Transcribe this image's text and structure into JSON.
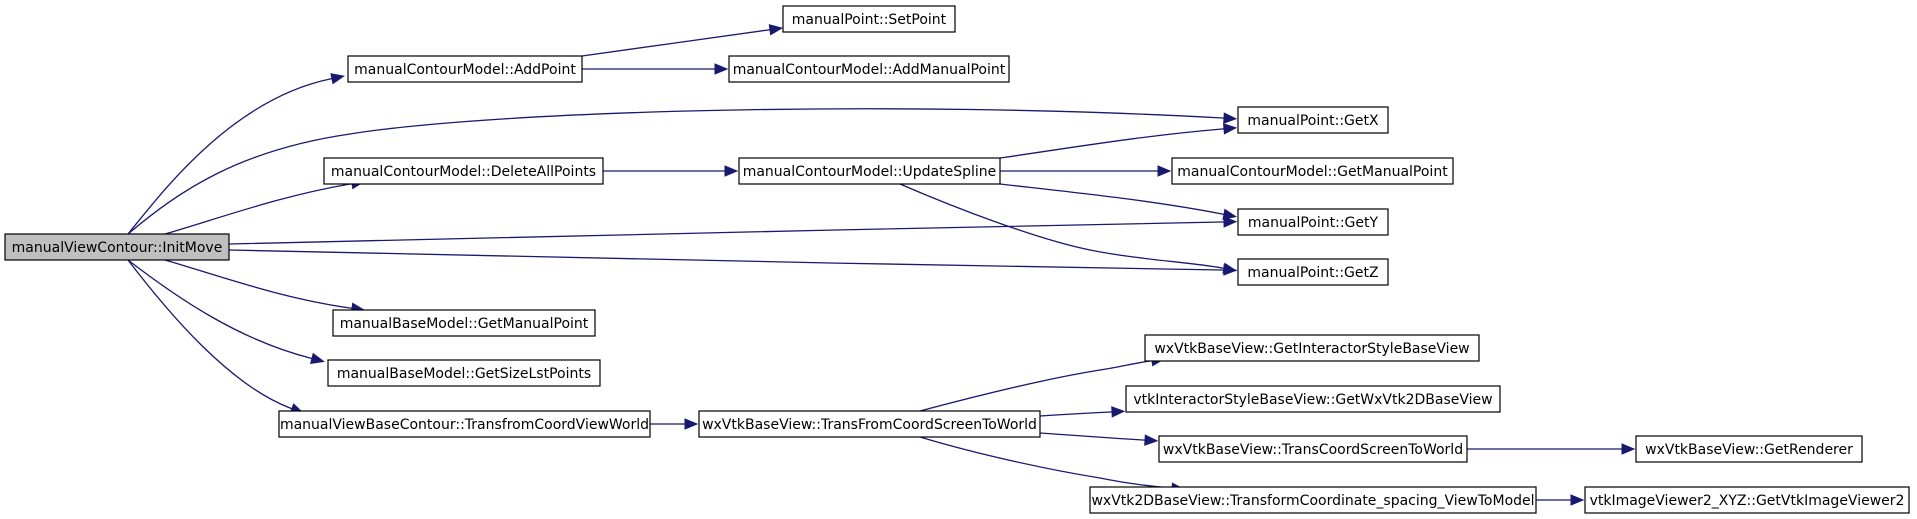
{
  "graph": {
    "nodes": [
      {
        "id": "n0",
        "label": "manualViewContour::InitMove",
        "root": true
      },
      {
        "id": "n1",
        "label": "manualContourModel::AddPoint"
      },
      {
        "id": "n2",
        "label": "manualPoint::SetPoint"
      },
      {
        "id": "n3",
        "label": "manualContourModel::AddManualPoint"
      },
      {
        "id": "n4",
        "label": "manualPoint::GetX"
      },
      {
        "id": "n5",
        "label": "manualContourModel::DeleteAllPoints"
      },
      {
        "id": "n6",
        "label": "manualContourModel::UpdateSpline"
      },
      {
        "id": "n7",
        "label": "manualContourModel::GetManualPoint"
      },
      {
        "id": "n8",
        "label": "manualPoint::GetY"
      },
      {
        "id": "n9",
        "label": "manualPoint::GetZ"
      },
      {
        "id": "n10",
        "label": "manualBaseModel::GetManualPoint"
      },
      {
        "id": "n11",
        "label": "manualBaseModel::GetSizeLstPoints"
      },
      {
        "id": "n12",
        "label": "manualViewBaseContour::TransfromCoordViewWorld"
      },
      {
        "id": "n13",
        "label": "wxVtkBaseView::TransFromCoordScreenToWorld"
      },
      {
        "id": "n14",
        "label": "wxVtkBaseView::GetInteractorStyleBaseView"
      },
      {
        "id": "n15",
        "label": "vtkInteractorStyleBaseView::GetWxVtk2DBaseView"
      },
      {
        "id": "n16",
        "label": "wxVtkBaseView::TransCoordScreenToWorld"
      },
      {
        "id": "n17",
        "label": "wxVtkBaseView::GetRenderer"
      },
      {
        "id": "n18",
        "label": "wxVtk2DBaseView::TransformCoordinate_spacing_ViewToModel"
      },
      {
        "id": "n19",
        "label": "vtkImageViewer2_XYZ::GetVtkImageViewer2"
      }
    ],
    "edges": [
      {
        "from": "n0",
        "to": "n1"
      },
      {
        "from": "n0",
        "to": "n4"
      },
      {
        "from": "n0",
        "to": "n5"
      },
      {
        "from": "n0",
        "to": "n8"
      },
      {
        "from": "n0",
        "to": "n9"
      },
      {
        "from": "n0",
        "to": "n10"
      },
      {
        "from": "n0",
        "to": "n11"
      },
      {
        "from": "n0",
        "to": "n12"
      },
      {
        "from": "n1",
        "to": "n2"
      },
      {
        "from": "n1",
        "to": "n3"
      },
      {
        "from": "n5",
        "to": "n6"
      },
      {
        "from": "n6",
        "to": "n4"
      },
      {
        "from": "n6",
        "to": "n7"
      },
      {
        "from": "n6",
        "to": "n8"
      },
      {
        "from": "n6",
        "to": "n9"
      },
      {
        "from": "n12",
        "to": "n13"
      },
      {
        "from": "n13",
        "to": "n14"
      },
      {
        "from": "n13",
        "to": "n15"
      },
      {
        "from": "n13",
        "to": "n16"
      },
      {
        "from": "n13",
        "to": "n18"
      },
      {
        "from": "n16",
        "to": "n17"
      },
      {
        "from": "n18",
        "to": "n19"
      }
    ],
    "colors": {
      "edge": "#191970",
      "node_border": "#000000",
      "node_fill": "#ffffff",
      "root_fill": "#bfbfbf"
    }
  }
}
